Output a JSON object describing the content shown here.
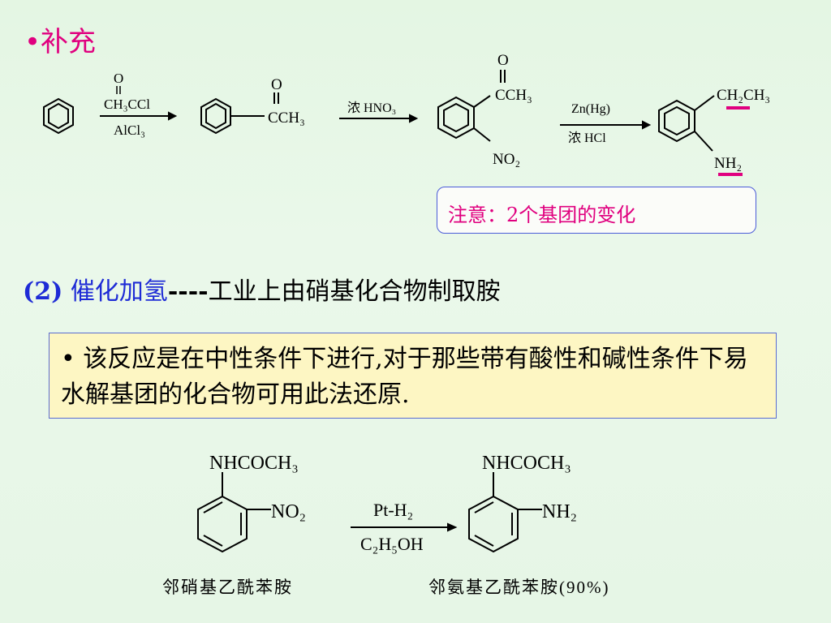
{
  "title": "•补充",
  "scheme1": {
    "reagent1_top": "CH₃CCl",
    "reagent1_top_carbonyl_o": "O",
    "reagent1_bottom": "AlCl₃",
    "product1_group": "CCH₃",
    "product1_o": "O",
    "reagent2_top": "浓 HNO₃",
    "product2_group": "CCH₃",
    "product2_o": "O",
    "product2_sub": "NO₂",
    "reagent3_top": "Zn(Hg)",
    "reagent3_bottom": "浓 HCl",
    "product3_group": "CH₂CH₃",
    "product3_sub": "NH₂",
    "highlight_color": "#e0007f"
  },
  "note": "注意：2个基团的变化",
  "section": {
    "number": "(2)",
    "term": "催化加氢",
    "dashes": "----",
    "description": "工业上由硝基化合物制取胺"
  },
  "info_text": "• 该反应是在中性条件下进行,对于那些带有酸性和碱性条件下易水解基团的化合物可用此法还原.",
  "scheme2": {
    "reactant_top": "NHCOCH₃",
    "reactant_side": "NO₂",
    "reagent_top": "Pt-H₂",
    "reagent_bottom": "C₂H₅OH",
    "product_top": "NHCOCH₃",
    "product_side": "NH₂",
    "reactant_name": "邻硝基乙酰苯胺",
    "product_name": "邻氨基乙酰苯胺(90%)"
  },
  "colors": {
    "accent_pink": "#e0007f",
    "accent_blue": "#1e2bd6",
    "box_yellow": "#fdf6c3"
  }
}
